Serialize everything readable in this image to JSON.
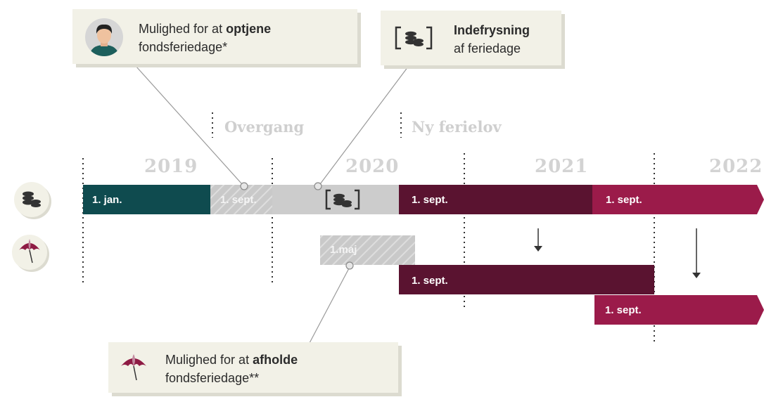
{
  "callouts": {
    "earn": {
      "prefix": "Mulighed for at ",
      "emph": "optjene",
      "line2": "fondsferiedage*"
    },
    "freeze": {
      "emph": "Indefrysning",
      "line2": "af feriedage"
    },
    "hold": {
      "prefix": "Mulighed for at ",
      "emph": "afholde",
      "line2": "fondsferiedage**"
    }
  },
  "phases": {
    "transition": "Overgang",
    "new_law": "Ny ferielov"
  },
  "years": [
    "2019",
    "2020",
    "2021",
    "2022"
  ],
  "bars": {
    "earn_start": "1. jan.",
    "transition_sept": "1. sept.",
    "new_sept_2020": "1. sept.",
    "new_sept_2021": "1. sept.",
    "hold_may": "1.maj",
    "hold_sept_2020": "1. sept.",
    "hold_sept_2021": "1. sept."
  },
  "colors": {
    "teal": "#0f4b4f",
    "hatch_gray": "#c9c9c9",
    "freeze_gray": "#cccccc",
    "dark_wine": "#5a1330",
    "magenta": "#9b1b4a",
    "callout_bg": "#f2f1e7",
    "muted_text": "#d3d3d3"
  },
  "icons": [
    "avatar-icon",
    "coins-icon",
    "frozen-coins-icon",
    "umbrella-icon"
  ]
}
